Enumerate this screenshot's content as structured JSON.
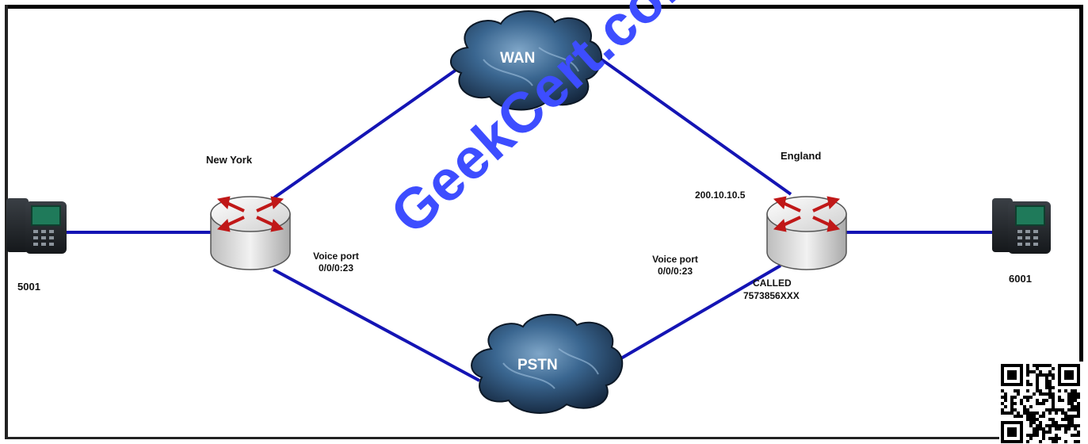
{
  "nodes": {
    "wan": {
      "label": "WAN"
    },
    "pstn": {
      "label": "PSTN"
    },
    "new_york": {
      "label": "New York",
      "voice_port_label": "Voice port",
      "voice_port": "0/0/0:23"
    },
    "england": {
      "label": "England",
      "ip": "200.10.10.5",
      "voice_port_label": "Voice port",
      "voice_port": "0/0/0:23",
      "called_label": "CALLED",
      "called_number": "7573856XXX"
    },
    "phone_left": {
      "number": "5001"
    },
    "phone_right": {
      "number": "6001"
    }
  },
  "links": [
    {
      "from": "phone_left",
      "to": "new_york"
    },
    {
      "from": "new_york",
      "to": "wan"
    },
    {
      "from": "new_york",
      "to": "pstn"
    },
    {
      "from": "wan",
      "to": "england"
    },
    {
      "from": "pstn",
      "to": "england"
    },
    {
      "from": "england",
      "to": "phone_right"
    }
  ],
  "watermark": "GeekCert.com",
  "colors": {
    "link": "#1414b4",
    "cloud": "#2a4f73",
    "router_arrow": "#c01818",
    "watermark": "#3d4dff"
  }
}
